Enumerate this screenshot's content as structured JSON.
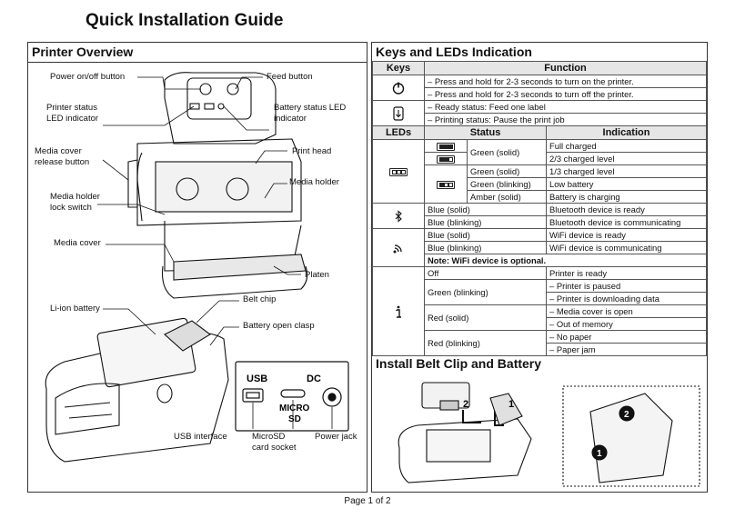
{
  "title": "Quick Installation Guide",
  "printer_overview": {
    "heading": "Printer Overview",
    "labels": {
      "power": "Power on/off button",
      "feed": "Feed button",
      "printer_status": "Printer status\nLED indicator",
      "battery_status": "Battery status LED\nindicator",
      "media_cover_release": "Media cover\nrelease button",
      "print_head": "Print head",
      "media_holder": "Media holder",
      "media_holder_lock": "Media holder\nlock switch",
      "media_cover": "Media cover",
      "platen": "Platen",
      "li_ion": "Li-ion battery",
      "belt_chip": "Belt chip",
      "battery_clasp": "Battery open clasp",
      "usb_interface": "USB interface",
      "microsd": "MicroSD\ncard socket",
      "power_jack": "Power jack"
    },
    "port_marks": {
      "usb": "USB",
      "dc": "DC",
      "micro": "MICRO",
      "sd": "SD"
    }
  },
  "keys_leds": {
    "heading": "Keys and LEDs Indication",
    "keys_header": "Keys",
    "function_header": "Function",
    "power_key": [
      "Press and hold for 2-3 seconds to turn on the printer.",
      "Press and hold for 2-3 seconds to turn off the printer."
    ],
    "feed_key": [
      "Ready status: Feed one label",
      "Printing status: Pause the print job"
    ],
    "leds_header": "LEDs",
    "status_header": "Status",
    "indication_header": "Indication",
    "battery": {
      "green_solid": "Green (solid)",
      "full": "Full charged",
      "two_thirds": "2/3 charged level",
      "one_third_status": "Green (solid)",
      "one_third": "1/3 charged level",
      "blinking_status": "Green (blinking)",
      "low": "Low battery",
      "amber_status": "Amber (solid)",
      "charging": "Battery is charging"
    },
    "bluetooth": {
      "s1": "Blue (solid)",
      "i1": "Bluetooth device is ready",
      "s2": "Blue (blinking)",
      "i2": "Bluetooth device is communicating"
    },
    "wifi": {
      "s1": "Blue (solid)",
      "i1": "WiFi device is ready",
      "s2": "Blue (blinking)",
      "i2": "WiFi device is communicating",
      "note": "Note: WiFi device is optional."
    },
    "status_led": {
      "off": "Off",
      "ready": "Printer is ready",
      "green_blink": "Green (blinking)",
      "paused": "Printer is paused",
      "downloading": "Printer is downloading data",
      "red_solid": "Red (solid)",
      "cover_open": "Media cover is open",
      "out_of_memory": "Out of memory",
      "red_blink": "Red (blinking)",
      "no_paper": "No paper",
      "paper_jam": "Paper jam"
    }
  },
  "belt_clip": {
    "heading": "Install Belt Clip and Battery",
    "step1": "1",
    "step2": "2"
  },
  "footer": "Page 1 of 2"
}
